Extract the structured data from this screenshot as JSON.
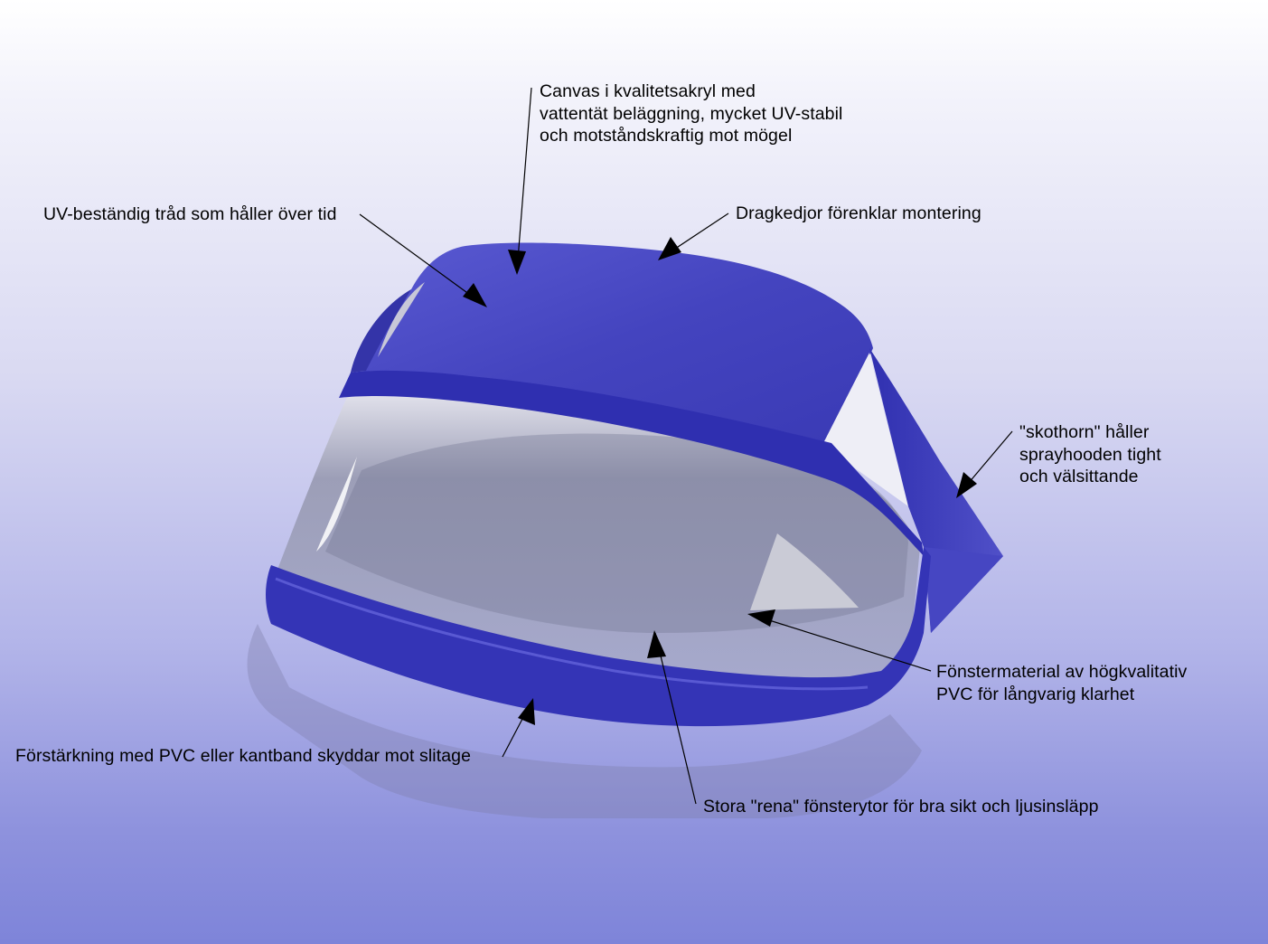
{
  "callouts": {
    "canvas": "Canvas i kvalitetsakryl med\nvattentät beläggning, mycket UV-stabil\noch motståndskraftig mot mögel",
    "thread": "UV-beständig tråd som håller över tid",
    "zipper": "Dragkedjor förenklar montering",
    "horn": "\"skothorn\" håller\nsprayhooden tight\noch välsittande",
    "window_material": "Fönstermaterial av högkvalitativ\nPVC för långvarig klarhet",
    "reinforcement": "Förstärkning med PVC eller kantband skyddar mot slitage",
    "large_windows": "Stora \"rena\" fönsterytor för bra sikt och ljusinsläpp"
  },
  "colors": {
    "canvas_fabric": "#3f3fbf",
    "canvas_highlight": "#6a6ad6",
    "window_pvc": "#8a8ea8",
    "background_top": "#ffffff",
    "background_bottom": "#7e84d9",
    "leader_line": "#000000"
  }
}
